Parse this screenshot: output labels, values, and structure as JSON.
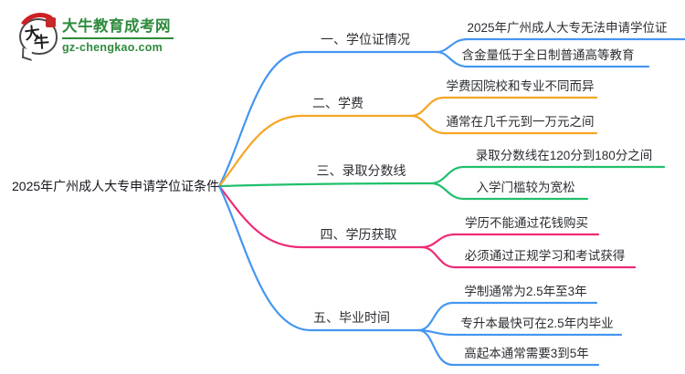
{
  "site": {
    "logo_title": "大牛教育成考网",
    "logo_domain": "gz-chengkao.com",
    "icon_char_top": "大",
    "icon_char_bottom": "牛",
    "brand_green": "#2e8b3c",
    "seal_red": "#c62828"
  },
  "mindmap": {
    "root": {
      "label": "2025年广州成人大专申请学位证条件"
    },
    "branches": [
      {
        "label": "一、学位证情况",
        "color": "#4596f0",
        "children": [
          {
            "label": "2025年广州成人大专无法申请学位证"
          },
          {
            "label": "含金量低于全日制普通高等教育"
          }
        ]
      },
      {
        "label": "二、学费",
        "color": "#f5a623",
        "children": [
          {
            "label": "学费因院校和专业不同而异"
          },
          {
            "label": "通常在几千元到一万元之间"
          }
        ]
      },
      {
        "label": "三、录取分数线",
        "color": "#21c06c",
        "children": [
          {
            "label": "录取分数线在120分到180分之间"
          },
          {
            "label": "入学门槛较为宽松"
          }
        ]
      },
      {
        "label": "四、学历获取",
        "color": "#ee2b77",
        "children": [
          {
            "label": "学历不能通过花钱购买"
          },
          {
            "label": "必须通过正规学习和考试获得"
          }
        ]
      },
      {
        "label": "五、毕业时间",
        "color": "#4596f0",
        "children": [
          {
            "label": "学制通常为2.5年至3年"
          },
          {
            "label": "专升本最快可在2.5年内毕业"
          },
          {
            "label": "高起本通常需要3到5年"
          }
        ]
      }
    ]
  }
}
